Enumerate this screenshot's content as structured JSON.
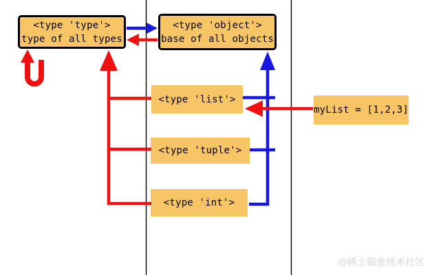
{
  "colors": {
    "box_fill": "#F8C566",
    "arrow_red": "#EE1111",
    "arrow_blue": "#1717E0",
    "divider_black": "#000000",
    "watermark_gray": "#D8D8D8"
  },
  "diagram": {
    "type_box": {
      "line1": "<type 'type'>",
      "line2": "type of all types"
    },
    "object_box": {
      "line1": "<type 'object'>",
      "line2": "base of all objects"
    },
    "list_box": {
      "label": "<type 'list'>"
    },
    "tuple_box": {
      "label": "<type 'tuple'>"
    },
    "int_box": {
      "label": "<type 'int'>"
    },
    "mylist_box": {
      "label": "myList = [1,2,3]"
    },
    "arrows": [
      {
        "name": "type-self-loop-arrow",
        "from": "type",
        "to": "type",
        "color": "red"
      },
      {
        "name": "type-to-object-arrow",
        "from": "type",
        "to": "object",
        "color": "blue"
      },
      {
        "name": "object-to-type-arrow",
        "from": "object",
        "to": "type",
        "color": "red"
      },
      {
        "name": "instances-to-type-arrow",
        "from": "list, tuple, int",
        "to": "type",
        "color": "red"
      },
      {
        "name": "instances-to-object-arrow",
        "from": "list, tuple, int",
        "to": "object",
        "color": "blue"
      },
      {
        "name": "mylist-to-list-arrow",
        "from": "myList",
        "to": "list",
        "color": "red"
      }
    ]
  },
  "watermark": {
    "text": "@稀土掘金技术社区"
  }
}
